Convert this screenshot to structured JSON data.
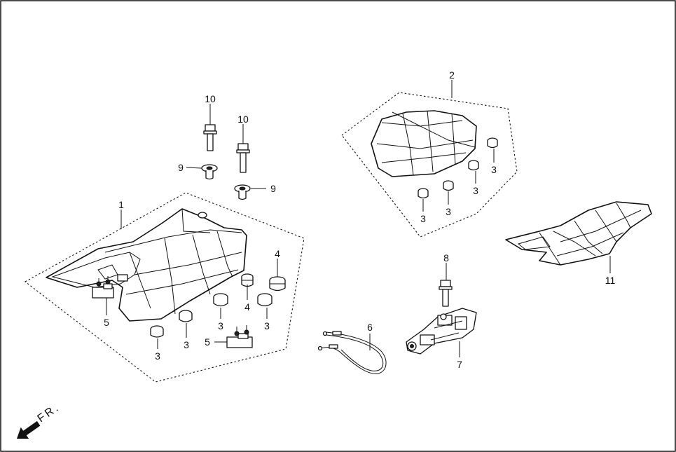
{
  "callouts": {
    "c1": "1",
    "c2": "2",
    "c3a": "3",
    "c3b": "3",
    "c3c": "3",
    "c3d": "3",
    "c3e": "3",
    "c3f": "3",
    "c3g": "3",
    "c3h": "3",
    "c4a": "4",
    "c4b": "4",
    "c5a": "5",
    "c5b": "5",
    "c6": "6",
    "c7": "7",
    "c8": "8",
    "c9a": "9",
    "c9b": "9",
    "c10a": "10",
    "c10b": "10",
    "c11": "11"
  },
  "direction_label": "FR."
}
